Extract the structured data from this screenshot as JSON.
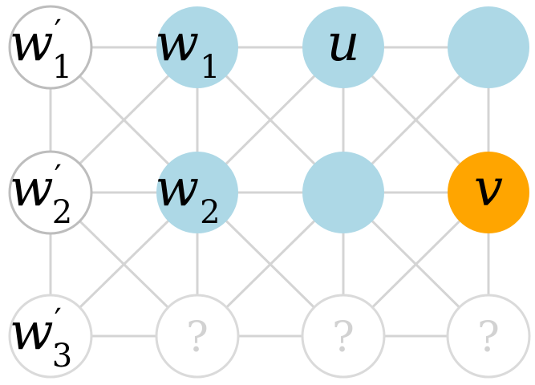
{
  "colors": {
    "edge": "#d4d4d4",
    "known": "#add8e6",
    "target": "#ffa500",
    "outline_dark": "#bdbdbd",
    "outline_light": "#dadada"
  },
  "nodes": [
    {
      "id": "w1p",
      "row": 0,
      "col": 0,
      "style": "outline-dark",
      "label": "w",
      "prime": "′",
      "sub": "1"
    },
    {
      "id": "w1",
      "row": 0,
      "col": 1,
      "style": "known",
      "label": "w",
      "sub": "1"
    },
    {
      "id": "u",
      "row": 0,
      "col": 2,
      "style": "known",
      "label": "u"
    },
    {
      "id": "n03",
      "row": 0,
      "col": 3,
      "style": "known"
    },
    {
      "id": "w2p",
      "row": 1,
      "col": 0,
      "style": "outline-dark",
      "label": "w",
      "prime": "′",
      "sub": "2"
    },
    {
      "id": "w2",
      "row": 1,
      "col": 1,
      "style": "known",
      "label": "w",
      "sub": "2"
    },
    {
      "id": "n12",
      "row": 1,
      "col": 2,
      "style": "known"
    },
    {
      "id": "v",
      "row": 1,
      "col": 3,
      "style": "target",
      "label": "v"
    },
    {
      "id": "w3p",
      "row": 2,
      "col": 0,
      "style": "outline-light",
      "label": "w",
      "prime": "′",
      "sub": "3"
    },
    {
      "id": "q1",
      "row": 2,
      "col": 1,
      "style": "unknown",
      "label": "?"
    },
    {
      "id": "q2",
      "row": 2,
      "col": 2,
      "style": "unknown",
      "label": "?"
    },
    {
      "id": "q3",
      "row": 2,
      "col": 3,
      "style": "unknown",
      "label": "?"
    }
  ]
}
